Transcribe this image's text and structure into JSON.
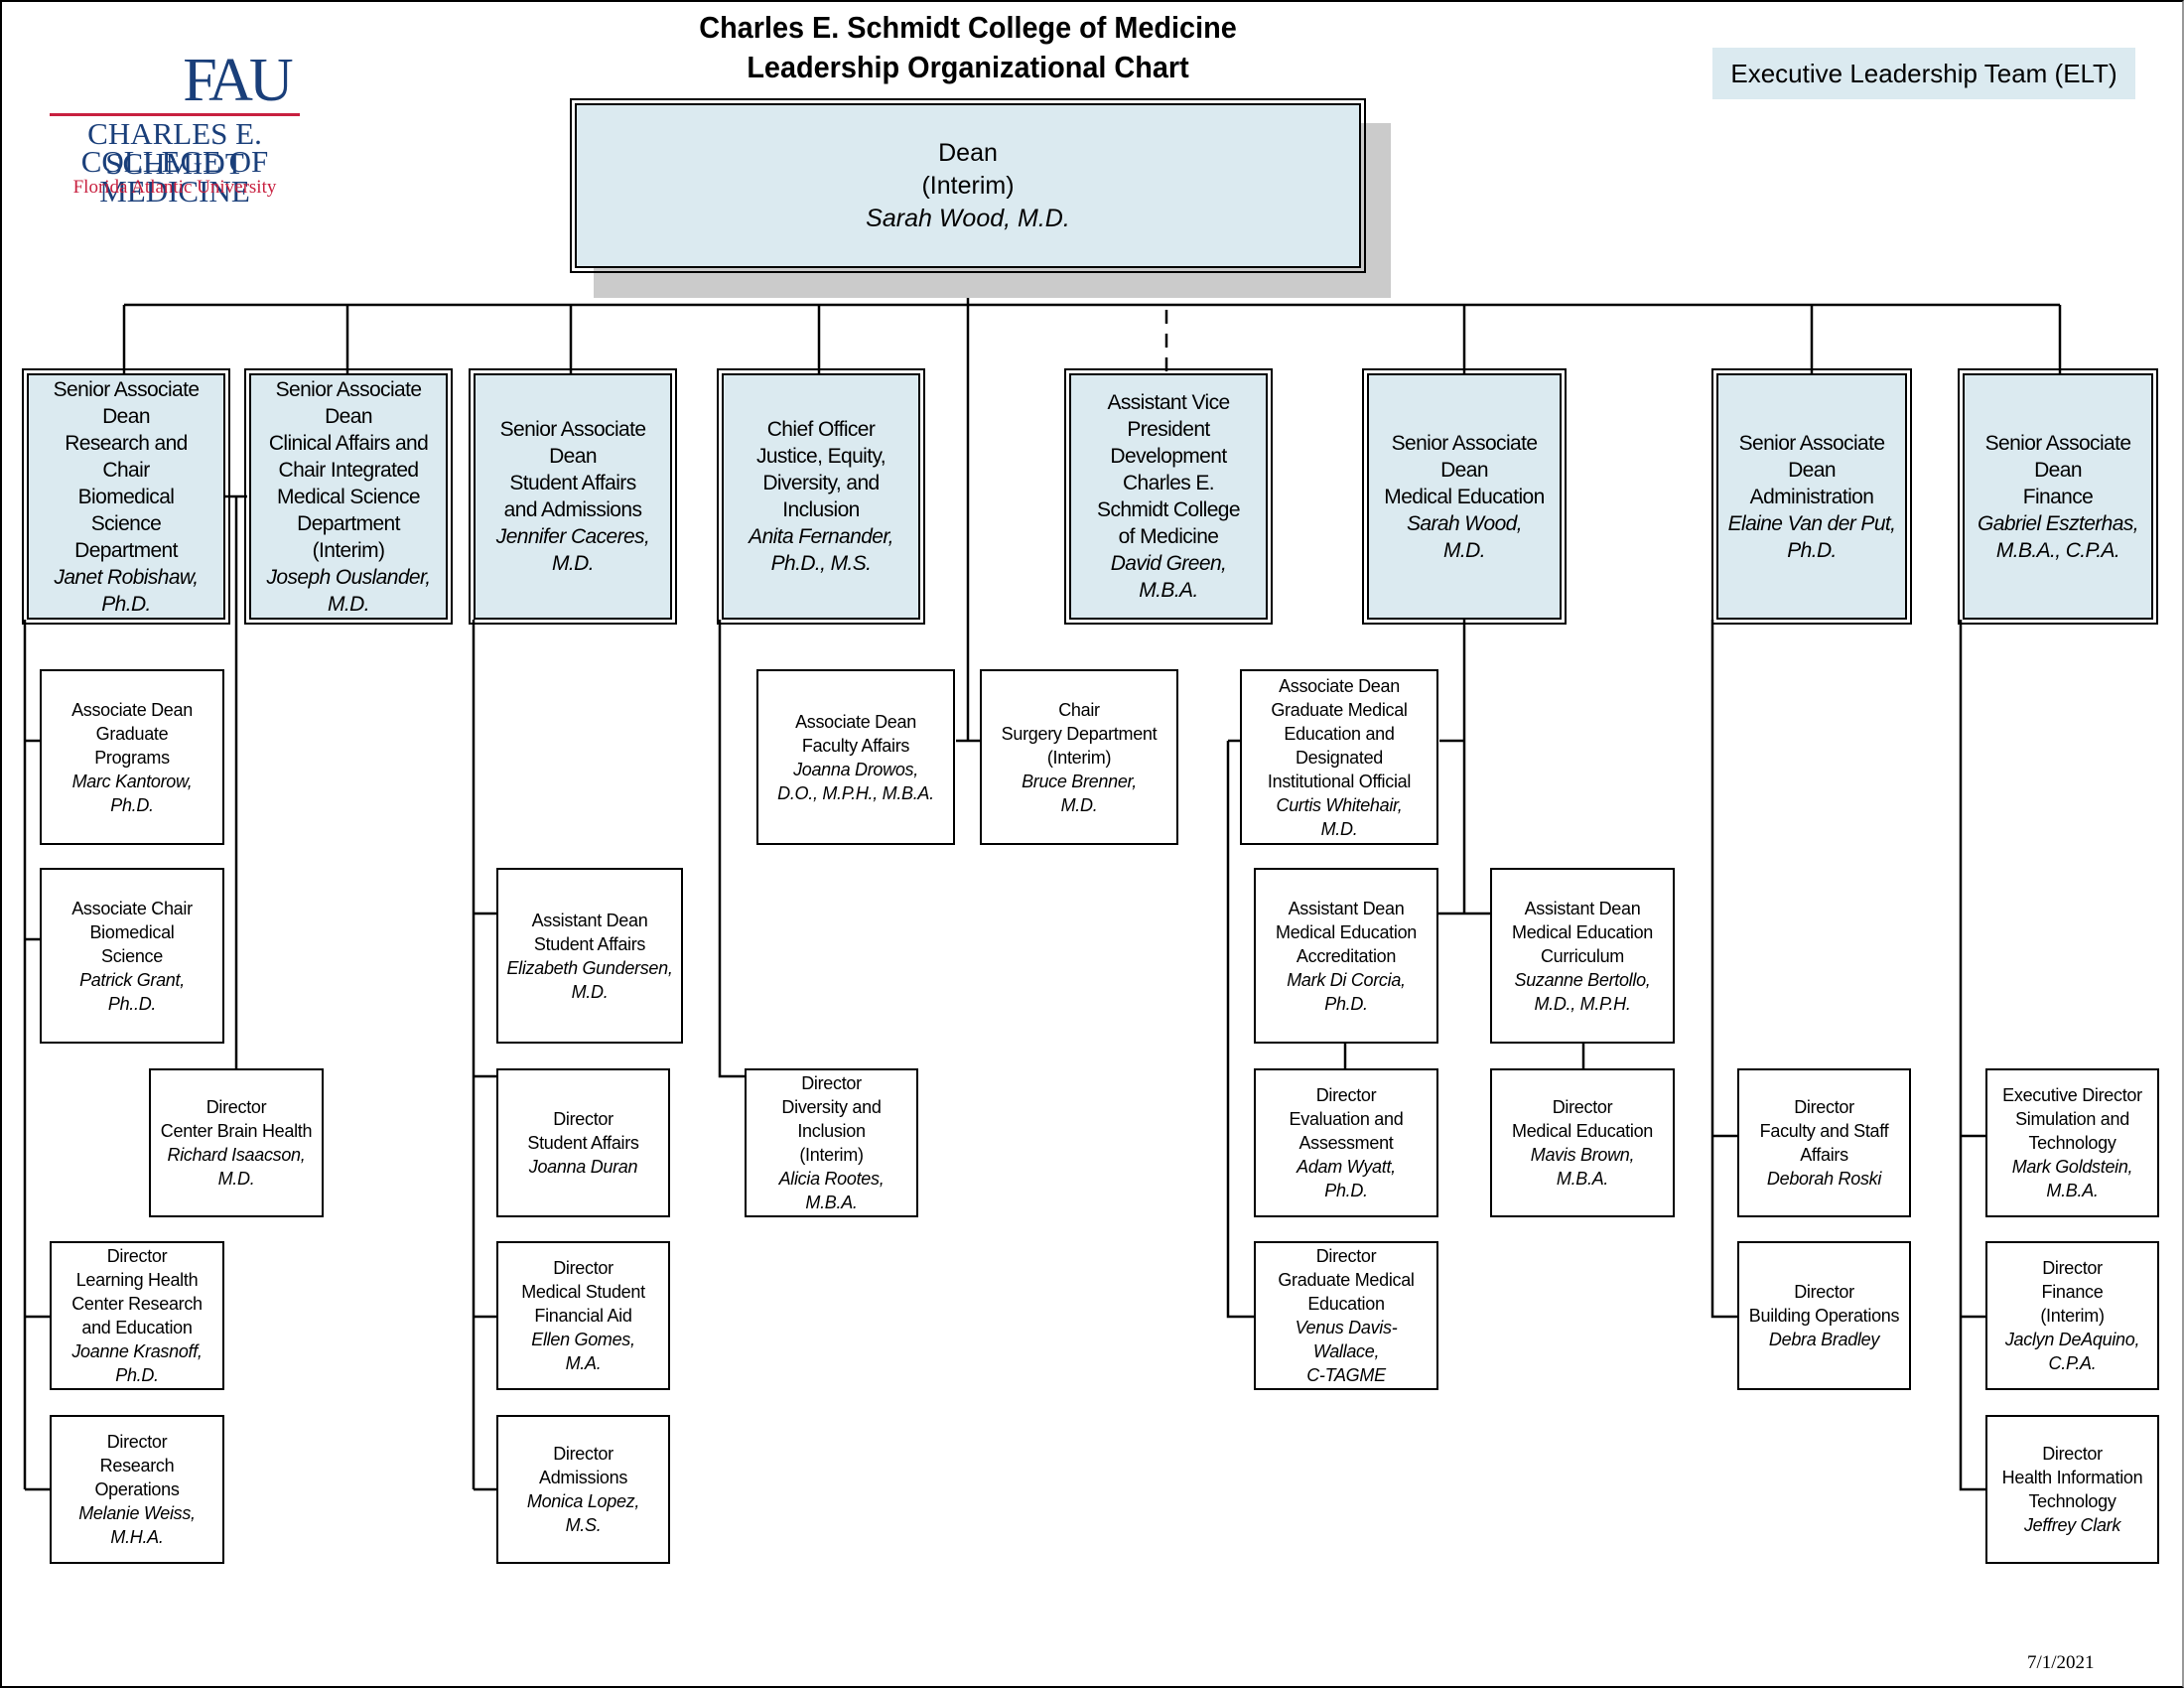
{
  "header": {
    "title_line1": "Charles E. Schmidt College of Medicine",
    "title_line2": "Leadership Organizational Chart",
    "legend": "Executive Leadership Team (ELT)",
    "date": "7/1/2021"
  },
  "logo": {
    "mark": "FAU",
    "line1": "CHARLES E. SCHMIDT",
    "line2": "COLLEGE OF MEDICINE",
    "line3": "Florida Atlantic University",
    "colors": {
      "navy": "#1a3f7a",
      "red": "#c8203f"
    }
  },
  "colors": {
    "elt_fill": "#dbeaf0",
    "shadow": "#cbcbcb",
    "line": "#000000"
  },
  "dean": {
    "title": [
      "Dean",
      "(Interim)"
    ],
    "name": "Sarah Wood, M.D."
  },
  "executives": [
    {
      "id": "research",
      "title": [
        "Senior Associate",
        "Dean",
        "Research and",
        "Chair",
        "Biomedical",
        "Science",
        "Department"
      ],
      "name": [
        "Janet Robishaw,",
        "Ph.D."
      ]
    },
    {
      "id": "clinical",
      "title": [
        "Senior Associate",
        "Dean",
        "Clinical Affairs and",
        "Chair Integrated",
        "Medical Science",
        "Department",
        "(Interim)"
      ],
      "name": [
        "Joseph Ouslander,",
        "M.D."
      ]
    },
    {
      "id": "student",
      "title": [
        "Senior Associate",
        "Dean",
        "Student Affairs",
        "and Admissions"
      ],
      "name": [
        "Jennifer Caceres,",
        "M.D."
      ]
    },
    {
      "id": "jedi",
      "title": [
        "Chief Officer",
        "Justice, Equity,",
        "Diversity, and",
        "Inclusion"
      ],
      "name": [
        "Anita Fernander,",
        "Ph.D., M.S."
      ]
    },
    {
      "id": "development",
      "title": [
        "Assistant Vice",
        "President",
        "Development",
        "Charles E.",
        "Schmidt College",
        "of Medicine"
      ],
      "name": [
        "David Green,",
        "M.B.A."
      ],
      "dotted_line": true
    },
    {
      "id": "meded",
      "title": [
        "Senior Associate",
        "Dean",
        "Medical Education"
      ],
      "name": [
        "Sarah Wood,",
        "M.D."
      ]
    },
    {
      "id": "admin",
      "title": [
        "Senior Associate",
        "Dean",
        "Administration"
      ],
      "name": [
        "Elaine Van der Put,",
        "Ph.D."
      ]
    },
    {
      "id": "finance",
      "title": [
        "Senior Associate",
        "Dean",
        "Finance"
      ],
      "name": [
        "Gabriel Eszterhas,",
        "M.B.A., C.P.A."
      ]
    }
  ],
  "reports": [
    {
      "id": "grad-programs",
      "title": [
        "Associate Dean",
        "Graduate",
        "Programs"
      ],
      "name": [
        "Marc Kantorow,",
        "Ph.D."
      ]
    },
    {
      "id": "assoc-chair-bms",
      "title": [
        "Associate Chair",
        "Biomedical",
        "Science"
      ],
      "name": [
        "Patrick Grant,",
        "Ph..D."
      ]
    },
    {
      "id": "brain-health",
      "title": [
        "Director",
        "Center Brain Health"
      ],
      "name": [
        "Richard Isaacson,",
        "M.D."
      ]
    },
    {
      "id": "learning-health",
      "title": [
        "Director",
        "Learning Health",
        "Center Research",
        "and Education"
      ],
      "name": [
        "Joanne Krasnoff,",
        "Ph.D."
      ]
    },
    {
      "id": "research-ops",
      "title": [
        "Director",
        "Research",
        "Operations"
      ],
      "name": [
        "Melanie Weiss,",
        "M.H.A."
      ]
    },
    {
      "id": "asst-dean-sa",
      "title": [
        "Assistant Dean",
        "Student Affairs"
      ],
      "name": [
        "Elizabeth Gundersen,",
        "M.D."
      ]
    },
    {
      "id": "dir-sa",
      "title": [
        "Director",
        "Student Affairs"
      ],
      "name": [
        "Joanna Duran"
      ]
    },
    {
      "id": "fin-aid",
      "title": [
        "Director",
        "Medical Student",
        "Financial Aid"
      ],
      "name": [
        "Ellen Gomes,",
        "M.A."
      ]
    },
    {
      "id": "admissions",
      "title": [
        "Director",
        "Admissions"
      ],
      "name": [
        "Monica Lopez,",
        "M.S."
      ]
    },
    {
      "id": "faculty-affairs",
      "title": [
        "Associate Dean",
        "Faculty Affairs"
      ],
      "name": [
        "Joanna Drowos,",
        "D.O., M.P.H., M.B.A."
      ]
    },
    {
      "id": "surgery",
      "title": [
        "Chair",
        "Surgery Department",
        "(Interim)"
      ],
      "name": [
        "Bruce Brenner,",
        "M.D."
      ]
    },
    {
      "id": "diversity",
      "title": [
        "Director",
        "Diversity and",
        "Inclusion",
        "(Interim)"
      ],
      "name": [
        "Alicia Rootes,",
        "M.B.A."
      ]
    },
    {
      "id": "gme-dio",
      "title": [
        "Associate Dean",
        "Graduate Medical",
        "Education and",
        "Designated",
        "Institutional Official"
      ],
      "name": [
        "Curtis Whitehair,",
        "M.D."
      ]
    },
    {
      "id": "accreditation",
      "title": [
        "Assistant Dean",
        "Medical Education",
        "Accreditation"
      ],
      "name": [
        "Mark Di Corcia,",
        "Ph.D."
      ]
    },
    {
      "id": "curriculum",
      "title": [
        "Assistant Dean",
        "Medical Education",
        "Curriculum"
      ],
      "name": [
        "Suzanne Bertollo,",
        "M.D., M.P.H."
      ]
    },
    {
      "id": "eval-assess",
      "title": [
        "Director",
        "Evaluation and",
        "Assessment"
      ],
      "name": [
        "Adam Wyatt,",
        "Ph.D."
      ]
    },
    {
      "id": "dir-meded",
      "title": [
        "Director",
        "Medical Education"
      ],
      "name": [
        "Mavis Brown,",
        "M.B.A."
      ]
    },
    {
      "id": "dir-gme",
      "title": [
        "Director",
        "Graduate Medical",
        "Education"
      ],
      "name": [
        "Venus Davis-",
        "Wallace,",
        "C-TAGME"
      ]
    },
    {
      "id": "fac-staff",
      "title": [
        "Director",
        "Faculty and Staff",
        "Affairs"
      ],
      "name": [
        "Deborah Roski"
      ]
    },
    {
      "id": "building-ops",
      "title": [
        "Director",
        "Building Operations"
      ],
      "name": [
        "Debra Bradley"
      ]
    },
    {
      "id": "simulation",
      "title": [
        "Executive Director",
        "Simulation and",
        "Technology"
      ],
      "name": [
        "Mark Goldstein,",
        "M.B.A."
      ]
    },
    {
      "id": "dir-finance",
      "title": [
        "Director",
        "Finance",
        "(Interim)"
      ],
      "name": [
        "Jaclyn DeAquino,",
        "C.P.A."
      ]
    },
    {
      "id": "hit",
      "title": [
        "Director",
        "Health Information",
        "Technology"
      ],
      "name": [
        "Jeffrey Clark"
      ]
    }
  ]
}
